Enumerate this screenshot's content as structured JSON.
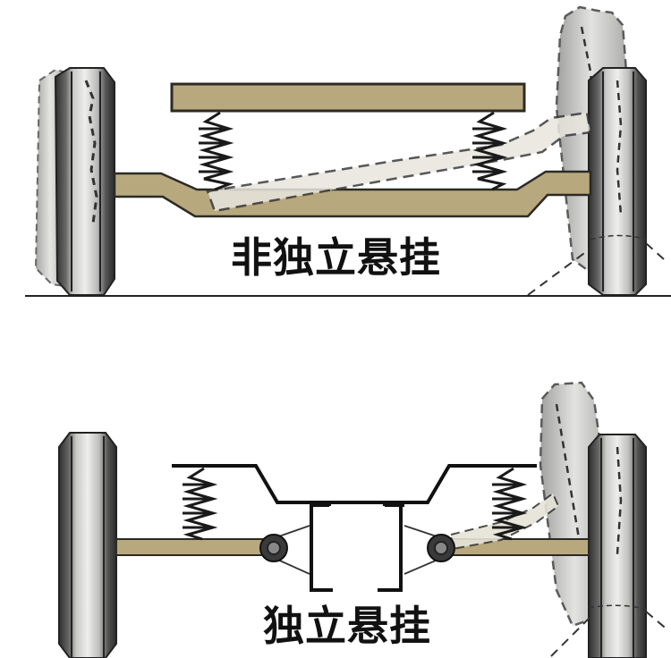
{
  "diagram": {
    "title": "Suspension comparison",
    "panels": [
      {
        "id": "non-independent",
        "label": "非独立悬挂",
        "components": [
          "left-wheel",
          "right-wheel-upright",
          "right-wheel-tilted-dashed",
          "body-frame",
          "left-spring",
          "right-spring",
          "rigid-axle",
          "rigid-axle-tilted-dashed",
          "ground-line"
        ]
      },
      {
        "id": "independent",
        "label": "独立悬挂",
        "components": [
          "left-wheel",
          "right-wheel-upright",
          "right-wheel-tilted-dashed",
          "body-frame-outline",
          "left-spring",
          "right-spring",
          "left-control-arm",
          "right-control-arm",
          "right-control-arm-dashed",
          "left-pivot",
          "right-pivot",
          "center-subframe"
        ]
      }
    ],
    "colors": {
      "arm_fill": "#b5a57c",
      "arm_stroke": "#3a3428",
      "tire_dark": "#3b3b3b",
      "tire_light": "#d8d8d6",
      "ghost_fill": "#e6e4dc",
      "outline": "#111111",
      "background": "#ffffff"
    }
  }
}
